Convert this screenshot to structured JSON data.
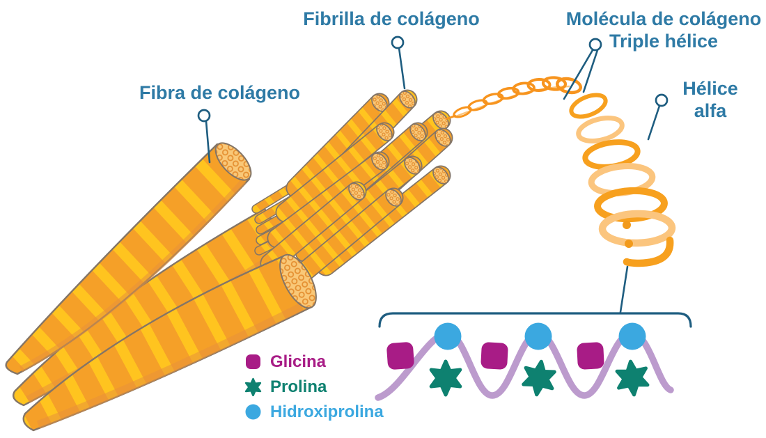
{
  "labels": {
    "fiber": "Fibra de colágeno",
    "fibril": "Fibrilla de colágeno",
    "molecule_line1": "Molécula de colágeno",
    "molecule_line2": "Triple hélice",
    "alpha_line1": "Hélice",
    "alpha_line2": "alfa"
  },
  "legend": {
    "items": [
      {
        "label": "Glicina",
        "shape": "square",
        "color": "#A81C86"
      },
      {
        "label": "Prolina",
        "shape": "star",
        "color": "#0E8170"
      },
      {
        "label": "Hidroxiprolina",
        "shape": "circle",
        "color": "#3BA8E0"
      }
    ]
  },
  "chain": {
    "sequence_repeat": [
      "Glicina",
      "Hidroxiprolina",
      "Prolina"
    ],
    "repeats": 3
  },
  "colors": {
    "label_text": "#2E7AA5",
    "leader_line": "#1E5D80",
    "fiber_orange": "#F5A028",
    "stripe_yellow": "#FFC41F",
    "cap_fill": "#F9C878",
    "cap_cell": "#E59032",
    "outline_gray": "#847566",
    "helix_orange": "#F7941E",
    "helix_light": "#FBC57E",
    "glycine_magenta": "#A81C86",
    "proline_teal": "#0E8170",
    "hydroxyproline_blue": "#3BA8E0",
    "chain_purple": "#BC9BCD",
    "background": "#FFFFFF"
  }
}
